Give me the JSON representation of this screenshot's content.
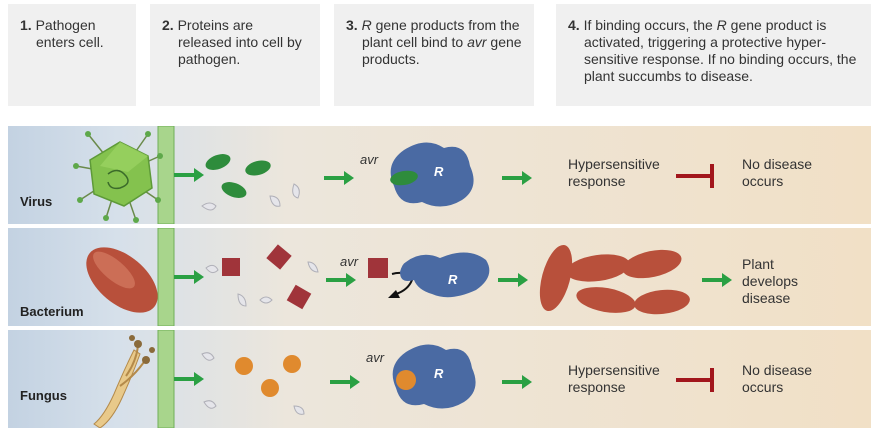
{
  "steps": [
    {
      "num": "1.",
      "text": "Pathogen enters cell."
    },
    {
      "num": "2.",
      "text": "Proteins are released into cell by pathogen."
    },
    {
      "num": "3.",
      "text_pre": "R",
      "text": " gene products from the plant cell bind to ",
      "text_em": "avr",
      "text_post": " gene products."
    },
    {
      "num": "4.",
      "text_a": "If binding occurs, the ",
      "text_em": "R",
      "text_b": " gene product is activated, triggering a protective hyper-sensitive response. If no binding occurs, the plant succumbs to disease."
    }
  ],
  "rows": [
    {
      "label": "Virus",
      "avr": "avr",
      "r": "R",
      "response": "Hypersensitive response",
      "outcome": "No disease occurs"
    },
    {
      "label": "Bacterium",
      "avr": "avr",
      "r": "R",
      "outcome": "Plant develops disease"
    },
    {
      "label": "Fungus",
      "avr": "avr",
      "r": "R",
      "response": "Hypersensitive response",
      "outcome": "No disease occurs"
    }
  ],
  "colors": {
    "arrow": "#2aa043",
    "inhibit": "#a2161c",
    "receptor": "#4a6aa3",
    "virus": "#7cbf4a",
    "bacterium": "#b8503b",
    "fungus_protein": "#e08a2e",
    "cell_wall": "#a8d58c"
  }
}
